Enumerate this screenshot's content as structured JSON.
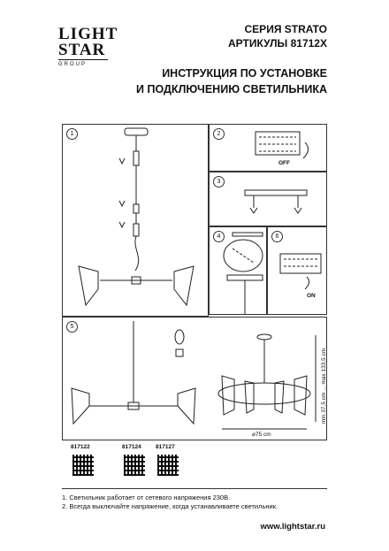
{
  "brand": {
    "line1": "LIGHT",
    "line2": "STAR",
    "line3": "GROUP"
  },
  "header": {
    "series": "СЕРИЯ STRATO",
    "article": "АРТИКУЛЫ 81712X",
    "title_line1": "ИНСТРУКЦИЯ ПО УСТАНОВКЕ",
    "title_line2": "И ПОДКЛЮЧЕНИЮ СВЕТИЛЬНИКА"
  },
  "panels": {
    "p1": "1",
    "p2": "2",
    "p3": "3",
    "p4": "4",
    "p5": "5",
    "p6": "6"
  },
  "labels": {
    "off": "OFF",
    "on": "ON"
  },
  "dimensions": {
    "height": "min 37,5 cm ... max 133,5 cm",
    "diameter": "⌀75 cm"
  },
  "articles": [
    "817122",
    "817124",
    "817127"
  ],
  "notes": [
    "1. Светильник работает от сетевого напряжения 230В.",
    "2. Всегда выключайте напряжение, когда устанавливаете светильник."
  ],
  "footer": {
    "url": "www.lightstar.ru"
  }
}
